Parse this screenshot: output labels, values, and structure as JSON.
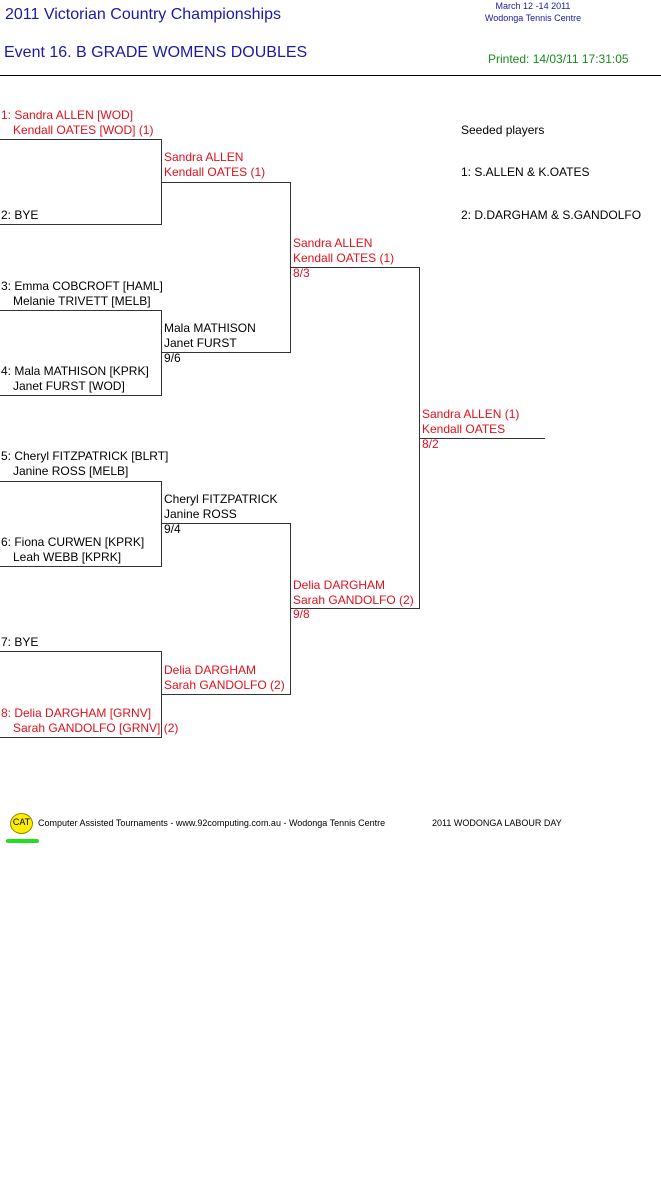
{
  "header": {
    "title": "2011 Victorian Country Championships",
    "event": "Event 16. B GRADE WOMENS DOUBLES",
    "dates": "March 12 -14 2011",
    "venue": "Wodonga Tennis Centre",
    "printed": "Printed: 14/03/11 17:31:05"
  },
  "seeded": {
    "heading": "Seeded players",
    "items": [
      "1: S.ALLEN & K.OATES",
      "2: D.DARGHAM & S.GANDOLFO"
    ]
  },
  "round1": [
    {
      "line1": "1: Sandra ALLEN [WOD]",
      "line2": "Kendall OATES [WOD] (1)"
    },
    {
      "line1": "2: BYE",
      "line2": ""
    },
    {
      "line1": "3: Emma COBCROFT [HAML]",
      "line2": "Melanie TRIVETT [MELB]"
    },
    {
      "line1": "4: Mala MATHISON [KPRK]",
      "line2": "Janet FURST [WOD]"
    },
    {
      "line1": "5: Cheryl FITZPATRICK [BLRT]",
      "line2": "Janine ROSS [MELB]"
    },
    {
      "line1": "6: Fiona CURWEN [KPRK]",
      "line2": "Leah WEBB [KPRK]"
    },
    {
      "line1": "7: BYE",
      "line2": ""
    },
    {
      "line1": "8: Delia DARGHAM [GRNV]",
      "line2": "Sarah GANDOLFO [GRNV] (2)"
    }
  ],
  "round2": [
    {
      "line1": "Sandra ALLEN",
      "line2": "Kendall OATES (1)",
      "score": ""
    },
    {
      "line1": "Mala MATHISON",
      "line2": "Janet FURST",
      "score": "9/6"
    },
    {
      "line1": "Cheryl FITZPATRICK",
      "line2": "Janine ROSS",
      "score": "9/4"
    },
    {
      "line1": "Delia DARGHAM",
      "line2": "Sarah GANDOLFO (2)",
      "score": ""
    }
  ],
  "round3": [
    {
      "line1": "Sandra ALLEN",
      "line2": "Kendall OATES (1)",
      "score": "8/3"
    },
    {
      "line1": "Delia DARGHAM",
      "line2": "Sarah GANDOLFO (2)",
      "score": "9/8"
    }
  ],
  "final": {
    "line1": "Sandra ALLEN (1)",
    "line2": "Kendall OATES",
    "score": "8/2"
  },
  "footer": {
    "logo": "CAT",
    "credit": "Computer Assisted Tournaments - www.92computing.com.au -  Wodonga Tennis Centre",
    "tournament": "2011 WODONGA LABOUR DAY"
  },
  "colors": {
    "seed": "#e0101c",
    "title": "#1a1aa6",
    "printed": "#1a8a1a"
  }
}
